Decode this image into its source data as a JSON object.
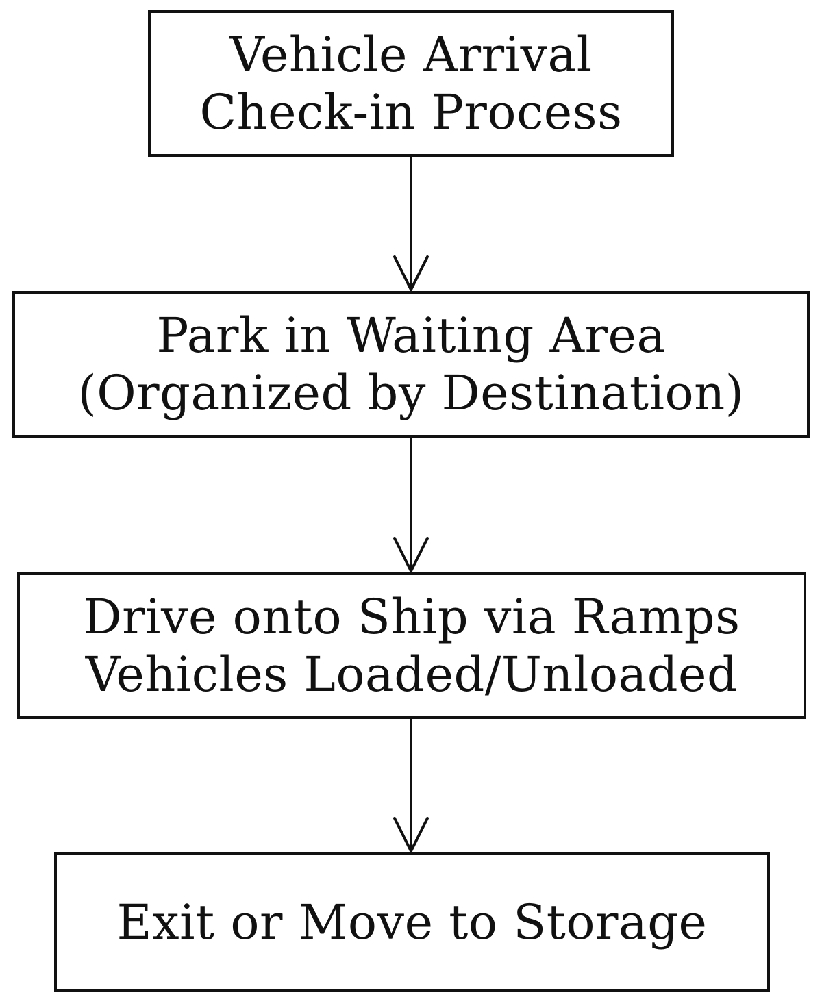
{
  "flowchart": {
    "steps": [
      {
        "lines": [
          "Vehicle Arrival",
          "Check-in Process"
        ]
      },
      {
        "lines": [
          "Park in Waiting Area",
          "(Organized by Destination)"
        ]
      },
      {
        "lines": [
          "Drive onto Ship via Ramps",
          "Vehicles Loaded/Unloaded"
        ]
      },
      {
        "lines": [
          "Exit or Move to Storage"
        ]
      }
    ],
    "colors": {
      "stroke": "#111111",
      "fill": "#ffffff",
      "text": "#111111"
    }
  }
}
